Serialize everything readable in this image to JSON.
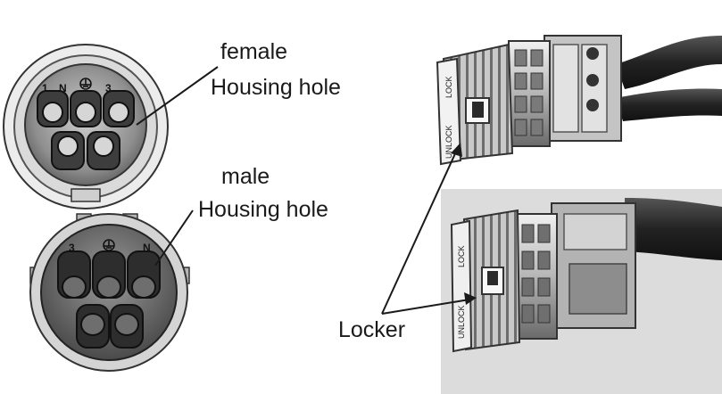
{
  "labels": {
    "female_line1": "female",
    "female_line2": "Housing hole",
    "male_line1": "male",
    "male_line2": "Housing hole",
    "locker": "Locker"
  },
  "female_connector": {
    "pin_marks": [
      "1",
      "N",
      "3"
    ]
  },
  "male_connector": {
    "pin_marks": [
      "3",
      "N"
    ]
  },
  "plug_markings": {
    "lock": "LOCK",
    "unlock": "UNLOCK"
  },
  "colors": {
    "line": "#1a1a1a",
    "body_light": "#d9d9d9",
    "body_mid": "#a6a6a6",
    "body_dark": "#4d4d4d",
    "cable": "#2b2b2b"
  },
  "icons": [
    "earth-ground-icon"
  ]
}
